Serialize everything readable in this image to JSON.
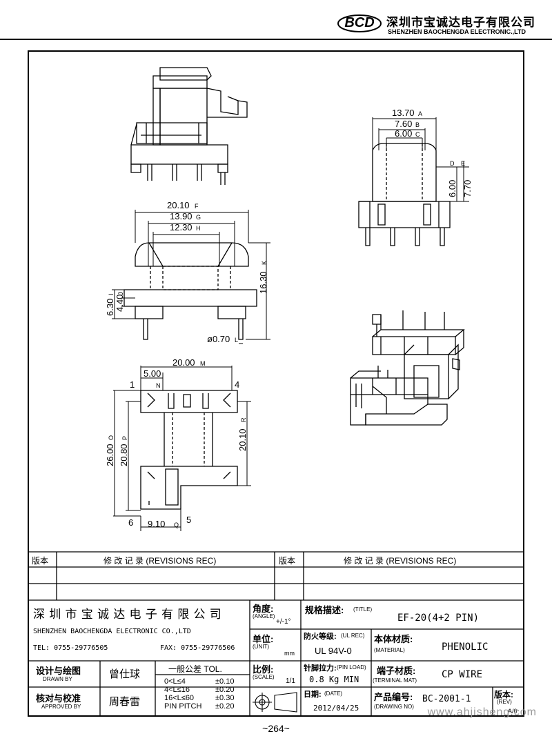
{
  "header": {
    "logo_text": "BCD",
    "company_cn": "深圳市宝诚达电子有限公司",
    "company_en": "SHENZHEN BAOCHENGDA ELECTRONIC.,LTD"
  },
  "drawing": {
    "dims": {
      "d_1370": "13.70",
      "m_A": "A",
      "d_760": "7.60",
      "m_B": "B",
      "d_600c": "6.00",
      "m_C": "C",
      "m_D": "D",
      "m_E": "E",
      "d_600d": "6.00",
      "d_770": "7.70",
      "d_2010": "20.10",
      "m_F": "F",
      "d_1390": "13.90",
      "m_G": "G",
      "d_1230": "12.30",
      "m_H": "H",
      "d_1630": "16.30",
      "m_K": "K",
      "d_630": "6.30",
      "m_I": "I",
      "d_440": "4.40",
      "m_J": "J",
      "d_070": "ø0.70",
      "m_L": "L",
      "d_2000": "20.00",
      "m_M": "M",
      "d_500": "5.00",
      "m_N": "N",
      "d_2600": "26.00",
      "m_O": "O",
      "d_2080": "20.80",
      "m_P": "P",
      "d_2010r": "20.10",
      "m_R": "R",
      "d_910": "9.10",
      "m_Q": "Q",
      "pin1": "1",
      "pin4": "4",
      "pin6": "6",
      "pin5": "5"
    }
  },
  "revisions": {
    "col_ver": "版本",
    "col_rec": "修 改 记 录 (REVISIONS REC)"
  },
  "titleblock": {
    "company_cn": "深 圳 市 宝 诚 达 电 子 有 限 公 司",
    "company_en": "SHENZHEN BAOCHENGDA ELECTRONIC CO.,LTD",
    "tel": "TEL: 0755-29776505",
    "fax": "FAX: 0755-29776506",
    "angle_label": "角度:",
    "angle_en": "(ANGLE)",
    "angle_value": "+/-1°",
    "unit_label": "单位:",
    "unit_en": "(UNIT)",
    "unit_value": "mm",
    "scale_label": "比例:",
    "scale_en": "(SCALE)",
    "scale_value": "1/1",
    "title_label": "规格描述:",
    "title_en": "(TITLE)",
    "title_value": "EF-20(4+2 PIN)",
    "fire_label": "防火等级:",
    "fire_en": "(UL REC)",
    "fire_value": "UL 94V-0",
    "material_label": "本体材质:",
    "material_en": "(MATERIAL)",
    "material_value": "PHENOLIC",
    "pinload_label": "针脚拉力:",
    "pinload_en": "(PIN LOAD)",
    "pinload_value": "0.8 Kg MIN",
    "terminal_label": "端子材质:",
    "terminal_en": "(TERMINAL MAT)",
    "terminal_value": "CP WIRE",
    "date_label": "日期:",
    "date_en": "(DATE)",
    "date_value": "2012/04/25",
    "drawno_label": "产品编号:",
    "drawno_en": "(DRAWING NO)",
    "drawno_value": "BC-2001-1",
    "rev_label": "版本:",
    "rev_en": "(REV)",
    "rev_value": "A/0",
    "design_label": "设计与绘图",
    "design_en": "DRAWN BY",
    "design_name": "曾仕球",
    "approve_label": "核对与校准",
    "approve_en": "APPROVED BY",
    "approve_name": "周春雷",
    "tol_title": "一般公差 TOL.",
    "tol_rows": [
      {
        "range": "0<L≤4",
        "value": "±0.10"
      },
      {
        "range": "4<L≤16",
        "value": "±0.20"
      },
      {
        "range": "16<L≤60",
        "value": "±0.30"
      },
      {
        "range": "PIN PITCH",
        "value": "±0.20"
      }
    ]
  },
  "footer": {
    "page": "~264~"
  },
  "watermark": "www.ahjisheng.com"
}
